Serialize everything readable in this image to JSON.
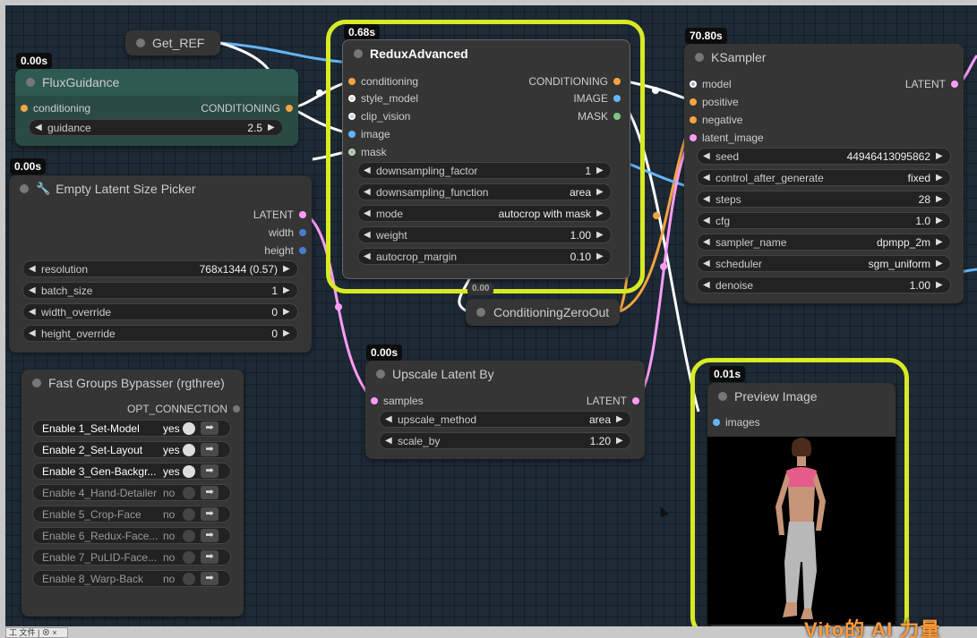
{
  "colors": {
    "conditioning": "#f2a541",
    "clip_vision": "#a8d8ea",
    "image": "#64b5f6",
    "mask": "#81c784",
    "latent": "#ff9cf9",
    "model": "#b39ddb",
    "highlight": "#d7ea24",
    "watermark": "#ff9a3a"
  },
  "get_ref": {
    "title": "Get_REF"
  },
  "flux_guidance": {
    "timing": "0.00s",
    "title": "FluxGuidance",
    "input_label": "conditioning",
    "output_label": "CONDITIONING",
    "widget": {
      "name": "guidance",
      "value": "2.5"
    }
  },
  "empty_latent": {
    "timing": "0.00s",
    "title": "Empty Latent Size Picker",
    "title_icon": "wrench-icon",
    "outputs": [
      "LATENT",
      "width",
      "height"
    ],
    "widgets": [
      {
        "name": "resolution",
        "value": "768x1344 (0.57)"
      },
      {
        "name": "batch_size",
        "value": "1"
      },
      {
        "name": "width_override",
        "value": "0"
      },
      {
        "name": "height_override",
        "value": "0"
      }
    ]
  },
  "redux": {
    "timing": "0.68s",
    "title": "ReduxAdvanced",
    "inputs": [
      "conditioning",
      "style_model",
      "clip_vision",
      "image",
      "mask"
    ],
    "outputs": [
      "CONDITIONING",
      "IMAGE",
      "MASK"
    ],
    "widgets": [
      {
        "name": "downsampling_factor",
        "value": "1"
      },
      {
        "name": "downsampling_function",
        "value": "area"
      },
      {
        "name": "mode",
        "value": "autocrop with mask"
      },
      {
        "name": "weight",
        "value": "1.00"
      },
      {
        "name": "autocrop_margin",
        "value": "0.10"
      }
    ]
  },
  "ksampler": {
    "timing": "70.80s",
    "title": "KSampler",
    "inputs": [
      "model",
      "positive",
      "negative",
      "latent_image"
    ],
    "output": "LATENT",
    "widgets": [
      {
        "name": "seed",
        "value": "44946413095862"
      },
      {
        "name": "control_after_generate",
        "value": "fixed"
      },
      {
        "name": "steps",
        "value": "28"
      },
      {
        "name": "cfg",
        "value": "1.0"
      },
      {
        "name": "sampler_name",
        "value": "dpmpp_2m"
      },
      {
        "name": "scheduler",
        "value": "sgm_uniform"
      },
      {
        "name": "denoise",
        "value": "1.00"
      }
    ]
  },
  "cond_zero": {
    "timing": "0.00",
    "title": "ConditioningZeroOut"
  },
  "upscale": {
    "timing": "0.00s",
    "title": "Upscale Latent By",
    "input": "samples",
    "output": "LATENT",
    "widgets": [
      {
        "name": "upscale_method",
        "value": "area"
      },
      {
        "name": "scale_by",
        "value": "1.20"
      }
    ]
  },
  "preview": {
    "timing": "0.01s",
    "title": "Preview Image",
    "input": "images"
  },
  "bypasser": {
    "title": "Fast Groups Bypasser (rgthree)",
    "output": "OPT_CONNECTION",
    "rows": [
      {
        "name": "Enable 1_Set-Model",
        "state": "yes"
      },
      {
        "name": "Enable 2_Set-Layout",
        "state": "yes"
      },
      {
        "name": "Enable 3_Gen-Backgr...",
        "state": "yes"
      },
      {
        "name": "Enable 4_Hand-Detailer",
        "state": "no"
      },
      {
        "name": "Enable 5_Crop-Face",
        "state": "no"
      },
      {
        "name": "Enable 6_Redux-Face...",
        "state": "no"
      },
      {
        "name": "Enable 7_PuLID-Face...",
        "state": "no"
      },
      {
        "name": "Enable 8_Warp-Back",
        "state": "no"
      }
    ]
  },
  "watermark": "Vito的 AI 力量",
  "bottom_tab": "工 文件 | ⊗ ×"
}
